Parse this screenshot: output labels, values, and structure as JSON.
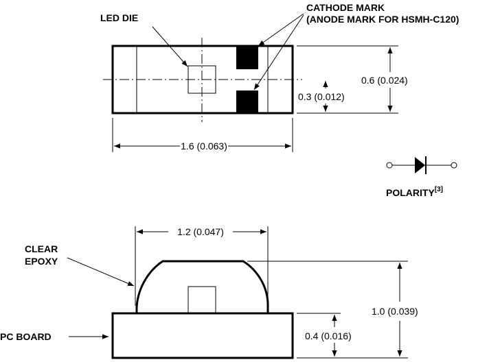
{
  "top_view": {
    "led_die_label": "LED DIE",
    "cathode_mark_line1": "CATHODE MARK",
    "cathode_mark_line2": "(ANODE MARK FOR HSMH-C120)",
    "dim_length": "1.6 (0.063)",
    "dim_width": "0.6 (0.024)",
    "dim_half_width": "0.3 (0.012)"
  },
  "polarity": {
    "label": "POLARITY",
    "note_ref": "[3]"
  },
  "side_view": {
    "clear_epoxy_line1": "CLEAR",
    "clear_epoxy_line2": "EPOXY",
    "pc_board_label": "PC BOARD",
    "dim_dome_width": "1.2 (0.047)",
    "dim_total_height": "1.0 (0.039)",
    "dim_board_height": "0.4 (0.016)"
  }
}
